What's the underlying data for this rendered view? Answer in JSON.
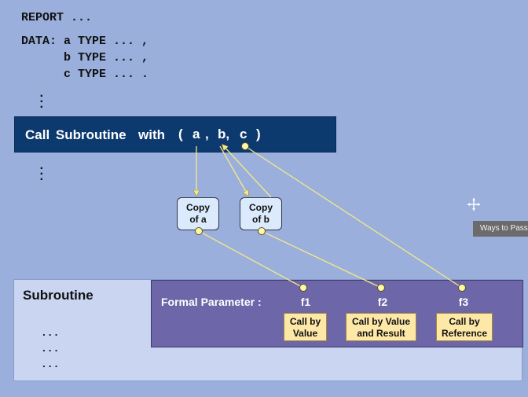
{
  "code": {
    "report_line": "REPORT ...",
    "data_line_a": "DATA: a TYPE ... ,",
    "data_line_b": "      b TYPE ... ,",
    "data_line_c": "      c TYPE ... ."
  },
  "call": {
    "label": "Call Subroutine  with",
    "open_paren": "(",
    "arg_a": "a",
    "comma1": ",",
    "arg_b": "b,",
    "arg_c": "c",
    "close_paren": ")"
  },
  "copies": {
    "a_line1": "Copy",
    "a_line2": "of a",
    "b_line1": "Copy",
    "b_line2": "of b"
  },
  "subroutine": {
    "title": "Subroutine",
    "dots": "...",
    "formal_label": "Formal Parameter :",
    "params": [
      {
        "name": "f1",
        "pass_line1": "Call by",
        "pass_line2": "Value"
      },
      {
        "name": "f2",
        "pass_line1": "Call by Value",
        "pass_line2": "and Result"
      },
      {
        "name": "f3",
        "pass_line1": "Call by",
        "pass_line2": "Reference"
      }
    ]
  },
  "tooltip": {
    "text": "Ways to Pass"
  },
  "colors": {
    "background": "#9aafdc",
    "call_bar": "#0d3a6e",
    "formal_panel": "#6d66a8",
    "pass_box": "#fde8a8",
    "connector": "#f5e88a"
  }
}
